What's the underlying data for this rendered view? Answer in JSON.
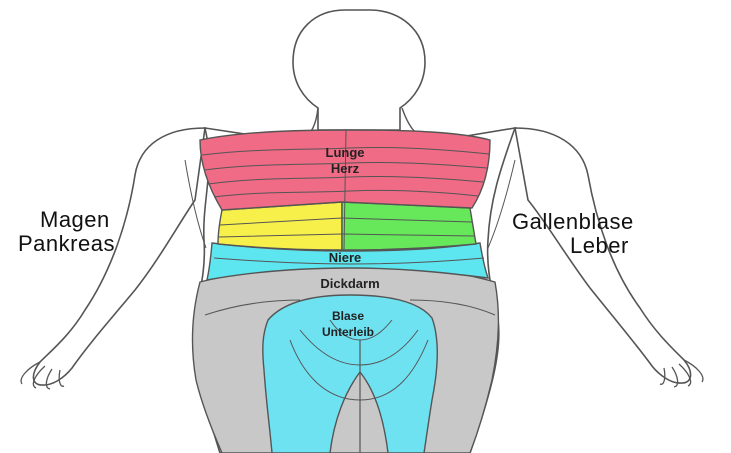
{
  "labels": {
    "left_line1": "Magen",
    "left_line2": "Pankreas",
    "right_line1": "Gallenblase",
    "right_line2": "Leber",
    "lung_line1": "Lunge",
    "lung_line2": "Herz",
    "kidney": "Niere",
    "colon": "Dickdarm",
    "bladder_line1": "Blase",
    "bladder_line2": "Unterleib"
  },
  "colors": {
    "lung_heart": "#f06b86",
    "stomach_pancreas": "#f7f04a",
    "gallbladder_liver": "#66e85a",
    "kidney": "#5ee6f0",
    "colon": "#c8c8c8",
    "bladder_abdomen": "#6fe2f2",
    "outline": "#555555"
  }
}
